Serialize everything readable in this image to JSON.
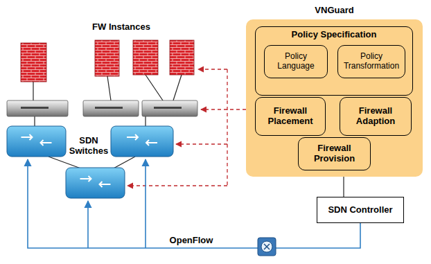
{
  "diagram": {
    "nodes": [
      {
        "text": [
          "VNGuard"
        ]
      },
      {
        "text": [
          "Policy Specification"
        ],
        "in": 0
      },
      {
        "text": [
          "Policy Language"
        ],
        "in": 1
      },
      {
        "text": [
          "Policy Transformation"
        ],
        "in": 1
      },
      {
        "text": [
          "Firewall Placement"
        ],
        "in": 0
      },
      {
        "text": [
          "Firewall Adaption"
        ],
        "in": 0
      },
      {
        "text": [
          "Firewall Provision"
        ],
        "in": 0
      },
      {
        "text": [
          "SDN Controller"
        ]
      }
    ],
    "edges": [
      {
        "from": 6,
        "to": 7,
        "arrow": "none"
      }
    ],
    "labels": [
      "FW Instances",
      "SDN Switches",
      "OpenFlow"
    ]
  }
}
